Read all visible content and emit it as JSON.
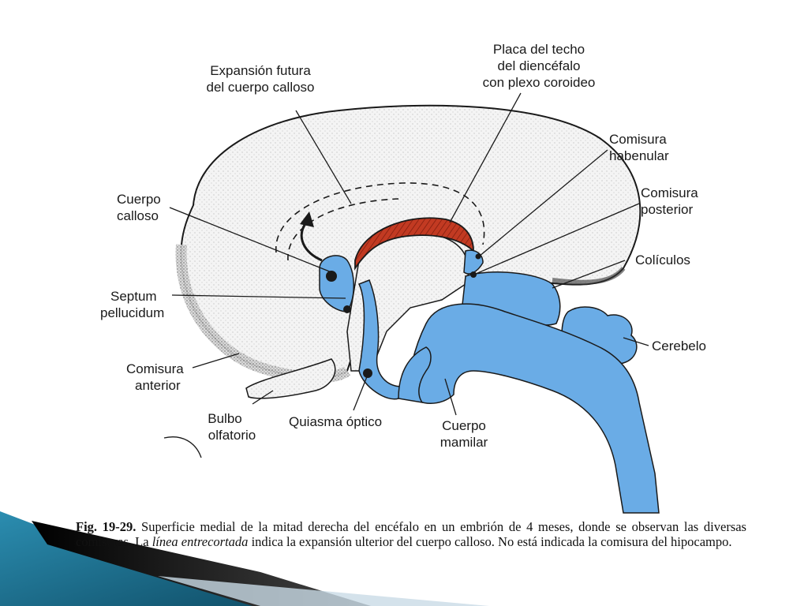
{
  "labels": {
    "expansion_futura": [
      "Expansión futura",
      "del cuerpo calloso"
    ],
    "placa_techo": [
      "Placa del techo",
      "del diencéfalo",
      "con plexo coroideo"
    ],
    "comisura_habenular": [
      "Comisura",
      "habenular"
    ],
    "comisura_posterior": [
      "Comisura",
      "posterior"
    ],
    "coliculos": "Colículos",
    "cuerpo_calloso": [
      "Cuerpo",
      "calloso"
    ],
    "septum_pellucidum": [
      "Septum",
      "pellucidum"
    ],
    "cerebelo": "Cerebelo",
    "comisura_anterior": [
      "Comisura",
      "anterior"
    ],
    "bulbo_olfatorio": [
      "Bulbo",
      "olfatorio"
    ],
    "quiasma_optico": "Quiasma óptico",
    "cuerpo_mamilar": [
      "Cuerpo",
      "mamilar"
    ]
  },
  "caption": {
    "fig": "Fig. 19-29.",
    "part1": " Superficie medial de la mitad derecha del encéfalo en un embrión de 4 meses, donde se observan las diversas comisuras. La ",
    "italic": "línea entrecortada",
    "part2": " indica la expansión ulterior del cuerpo calloso. No está indicada la comisura del hipocampo."
  },
  "colors": {
    "ventricle_blue": "#6aace6",
    "plexus_red": "#b8331f",
    "slide_teal": "#1f7a9a",
    "outline": "#1a1a1a"
  }
}
